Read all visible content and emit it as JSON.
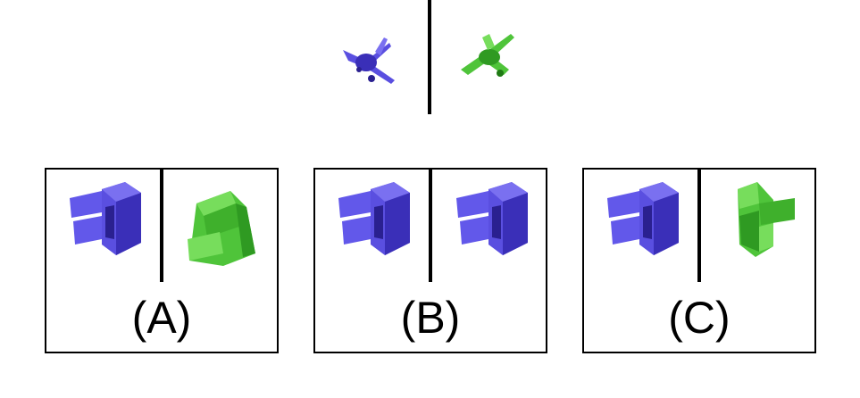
{
  "colors": {
    "blue": "#5a4fe0",
    "blue_dark": "#3a2fb8",
    "blue_light": "#7a70f0",
    "green": "#4fc43a",
    "green_dark": "#2f9a22",
    "green_light": "#77dd5c"
  },
  "reference": {
    "left_object": "blue-airplane-icon",
    "right_object": "green-airplane-icon"
  },
  "options": [
    {
      "label": "(A)",
      "left_object": "blue-refrigerator-icon",
      "right_object": "green-refrigerator-icon"
    },
    {
      "label": "(B)",
      "left_object": "blue-refrigerator-icon",
      "right_object": "blue-refrigerator-icon"
    },
    {
      "label": "(C)",
      "left_object": "blue-refrigerator-icon",
      "right_object": "green-refrigerator-icon"
    }
  ]
}
